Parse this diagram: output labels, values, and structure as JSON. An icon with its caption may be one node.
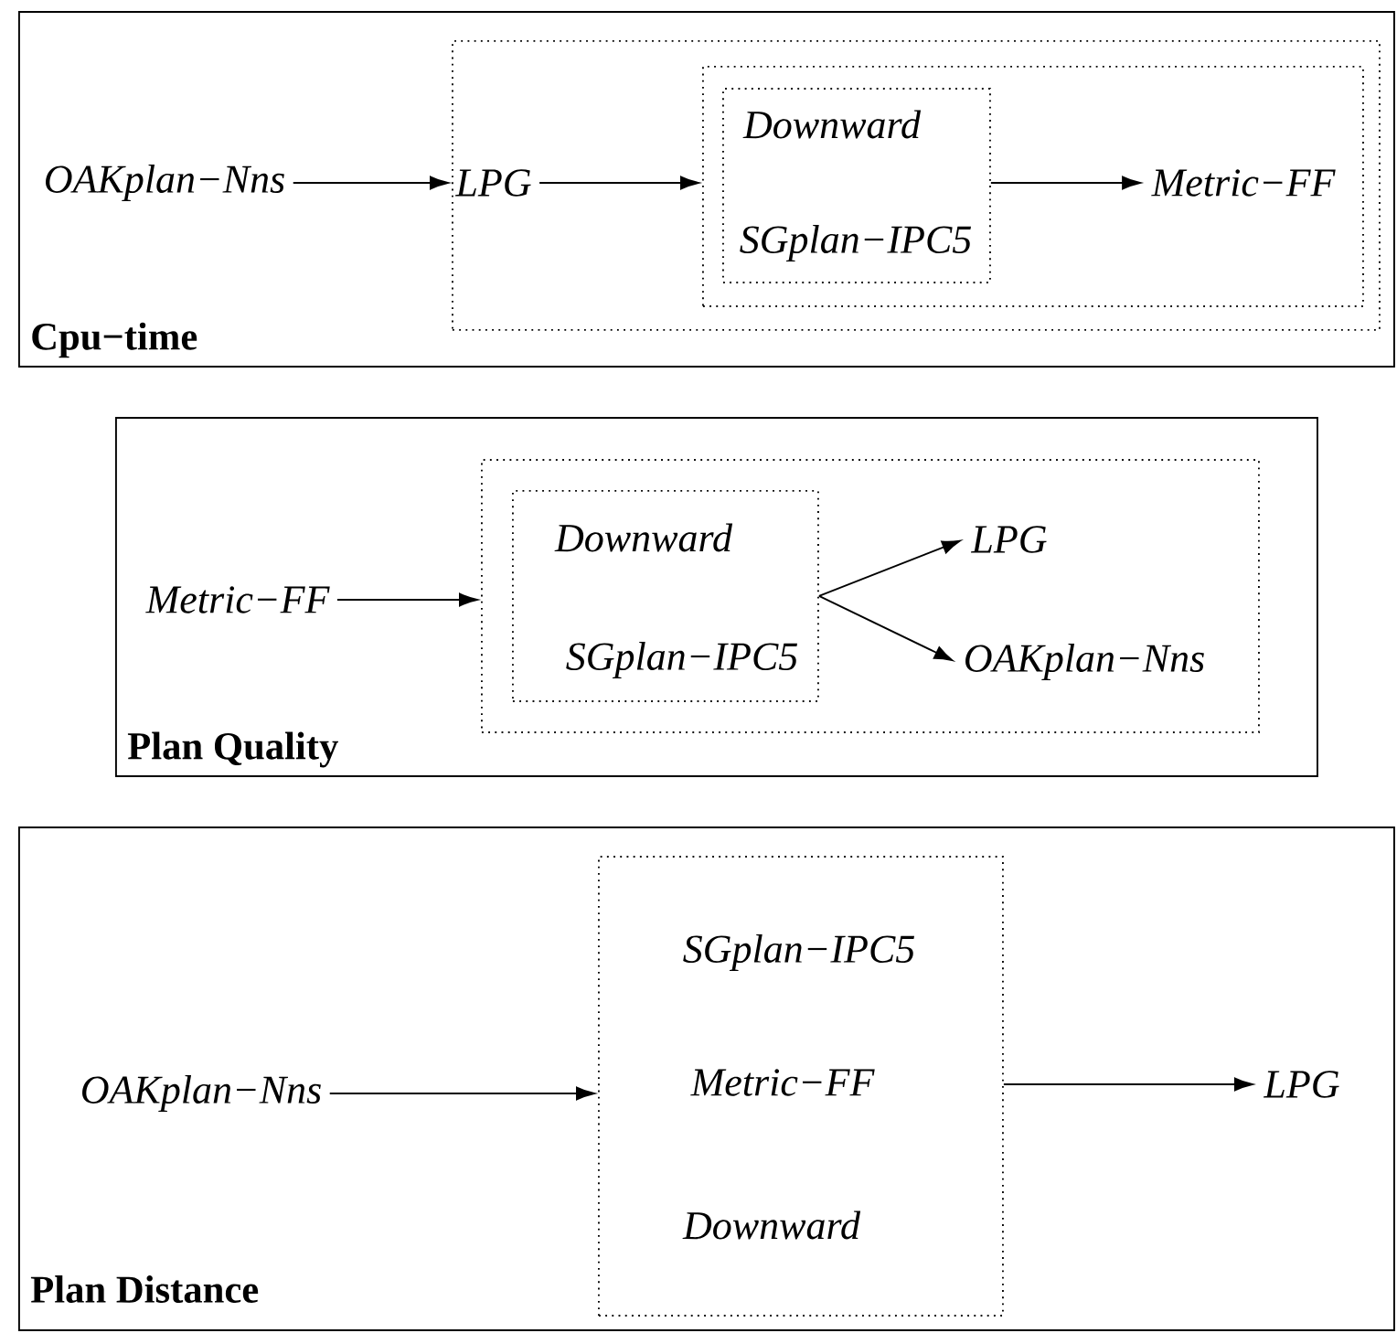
{
  "diagram": {
    "nodes": [
      {
        "text": [
          "Cpu−time"
        ]
      },
      {
        "text": [
          "OAKplan−Nns"
        ],
        "in": 0
      },
      {
        "text": [],
        "shape": "box",
        "in": 0
      },
      {
        "text": [
          "LPG"
        ],
        "in": 2
      },
      {
        "text": [],
        "shape": "box",
        "in": 2
      },
      {
        "text": [],
        "shape": "box",
        "in": 4
      },
      {
        "text": [
          "Downward"
        ],
        "in": 5
      },
      {
        "text": [
          "SGplan−IPC5"
        ],
        "in": 5
      },
      {
        "text": [
          "Metric−FF"
        ],
        "in": 4
      },
      {
        "text": [
          "Plan Quality"
        ]
      },
      {
        "text": [
          "Metric−FF"
        ],
        "in": 9
      },
      {
        "text": [],
        "shape": "box",
        "in": 9
      },
      {
        "text": [],
        "shape": "box",
        "in": 11
      },
      {
        "text": [
          "Downward"
        ],
        "in": 12
      },
      {
        "text": [
          "SGplan−IPC5"
        ],
        "in": 12
      },
      {
        "text": [
          "LPG"
        ],
        "in": 11
      },
      {
        "text": [
          "OAKplan−Nns"
        ],
        "in": 11
      },
      {
        "text": [
          "Plan Distance"
        ]
      },
      {
        "text": [
          "OAKplan−Nns"
        ],
        "in": 17
      },
      {
        "text": [],
        "shape": "box",
        "in": 17
      },
      {
        "text": [
          "SGplan−IPC5"
        ],
        "in": 19
      },
      {
        "text": [
          "Metric−FF"
        ],
        "in": 19
      },
      {
        "text": [
          "Downward"
        ],
        "in": 19
      },
      {
        "text": [
          "LPG"
        ],
        "in": 17
      }
    ],
    "edges": [
      {
        "from": 1,
        "to": 2,
        "arrow": "to"
      },
      {
        "from": 3,
        "to": 4,
        "arrow": "to"
      },
      {
        "from": 5,
        "to": 8,
        "arrow": "to"
      },
      {
        "from": 10,
        "to": 11,
        "arrow": "to"
      },
      {
        "from": 12,
        "to": 15,
        "arrow": "to"
      },
      {
        "from": 12,
        "to": 16,
        "arrow": "to"
      },
      {
        "from": 18,
        "to": 19,
        "arrow": "to"
      },
      {
        "from": 19,
        "to": 23,
        "arrow": "to"
      }
    ]
  }
}
